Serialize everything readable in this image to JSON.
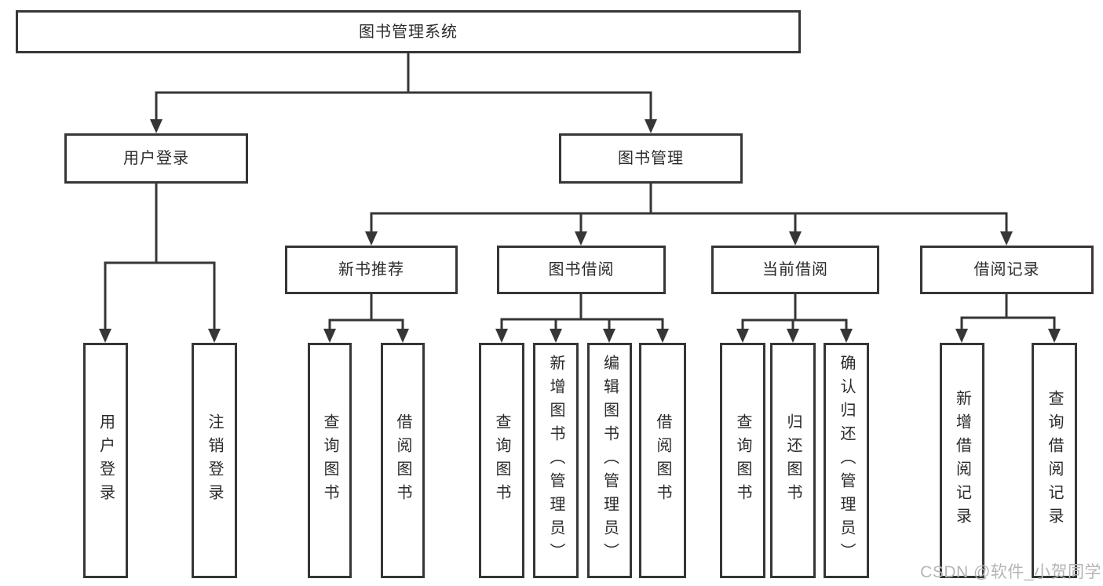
{
  "diagram": {
    "title": "图书管理系统",
    "watermark": "CSDN @软件_小贺同学",
    "colors": {
      "background": "#ffffff",
      "box_background": "#ffffff",
      "box_border": "#363636",
      "line": "#363636",
      "text": "#2b2b2b",
      "watermark": "#b5b5b5"
    },
    "nodes": {
      "root": {
        "label": "图书管理系统"
      },
      "login": {
        "label": "用户登录"
      },
      "mgmt": {
        "label": "图书管理"
      },
      "rec": {
        "label": "新书推荐"
      },
      "borrow": {
        "label": "图书借阅"
      },
      "current": {
        "label": "当前借阅"
      },
      "records": {
        "label": "借阅记录"
      },
      "leaf_login": {
        "label": "用户登录"
      },
      "leaf_logout": {
        "label": "注销登录"
      },
      "rec_query": {
        "label": "查询图书"
      },
      "rec_borrow": {
        "label": "借阅图书"
      },
      "bor_query": {
        "label": "查询图书"
      },
      "bor_add": {
        "label": "新增图书（管理员）"
      },
      "bor_edit": {
        "label": "编辑图书（管理员）"
      },
      "bor_borrow": {
        "label": "借阅图书"
      },
      "cur_query": {
        "label": "查询图书"
      },
      "cur_return": {
        "label": "归还图书"
      },
      "cur_confirm": {
        "label": "确认归还（管理员）"
      },
      "recd_add": {
        "label": "新增借阅记录"
      },
      "recd_query": {
        "label": "查询借阅记录"
      }
    },
    "tree": {
      "label": "图书管理系统",
      "children": [
        {
          "label": "用户登录",
          "children": [
            {
              "label": "用户登录"
            },
            {
              "label": "注销登录"
            }
          ]
        },
        {
          "label": "图书管理",
          "children": [
            {
              "label": "新书推荐",
              "children": [
                {
                  "label": "查询图书"
                },
                {
                  "label": "借阅图书"
                }
              ]
            },
            {
              "label": "图书借阅",
              "children": [
                {
                  "label": "查询图书"
                },
                {
                  "label": "新增图书（管理员）"
                },
                {
                  "label": "编辑图书（管理员）"
                },
                {
                  "label": "借阅图书"
                }
              ]
            },
            {
              "label": "当前借阅",
              "children": [
                {
                  "label": "查询图书"
                },
                {
                  "label": "归还图书"
                },
                {
                  "label": "确认归还（管理员）"
                }
              ]
            },
            {
              "label": "借阅记录",
              "children": [
                {
                  "label": "新增借阅记录"
                },
                {
                  "label": "查询借阅记录"
                }
              ]
            }
          ]
        }
      ]
    }
  }
}
